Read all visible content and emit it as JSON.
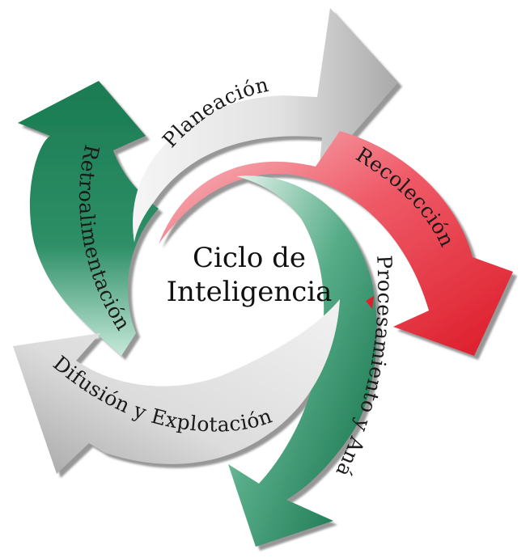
{
  "diagram": {
    "center": {
      "line1": "Ciclo de",
      "line2": "Inteligencia"
    },
    "stages": [
      {
        "id": "planeacion",
        "label": "Planeación",
        "color": "#d4d4d4"
      },
      {
        "id": "recoleccion",
        "label": "Recolección",
        "color": "#e4222f"
      },
      {
        "id": "procesamiento",
        "label": "Procesamiento y Análisis",
        "color": "#157a50"
      },
      {
        "id": "difusion",
        "label": "Difusión y Explotación",
        "color": "#d4d4d4"
      },
      {
        "id": "retroalimentacion",
        "label": "Retroalimentación",
        "color": "#157a50"
      }
    ],
    "colors": {
      "grey_light": "#f4f4f4",
      "grey_dark": "#9a9a9a",
      "red_light": "#f7b3ba",
      "red_dark": "#e01f2c",
      "green_light": "#c9ebdd",
      "green_dark": "#0b6a43"
    }
  }
}
